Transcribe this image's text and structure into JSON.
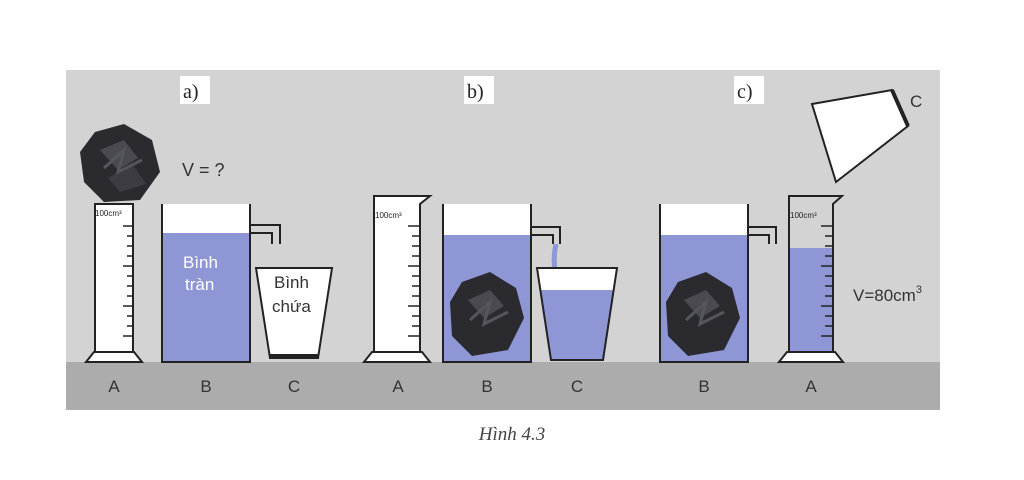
{
  "panels": {
    "a": "a)",
    "b": "b)",
    "c": "c)"
  },
  "volume_unknown": "V = ?",
  "volume_result": {
    "base": "V=80cm",
    "sup": "3"
  },
  "cylinder_scale": "100cm³",
  "overflow_vessel_label": [
    "Bình",
    "tràn"
  ],
  "catch_vessel_label": [
    "Bình",
    "chứa"
  ],
  "letters": {
    "A": "A",
    "B": "B",
    "C": "C"
  },
  "caption": "Hình 4.3",
  "colors": {
    "background": "#d3d3d3",
    "floor": "#acacac",
    "water": "#8e96d6",
    "stone": "#2b2b2f",
    "outline": "#222222"
  }
}
